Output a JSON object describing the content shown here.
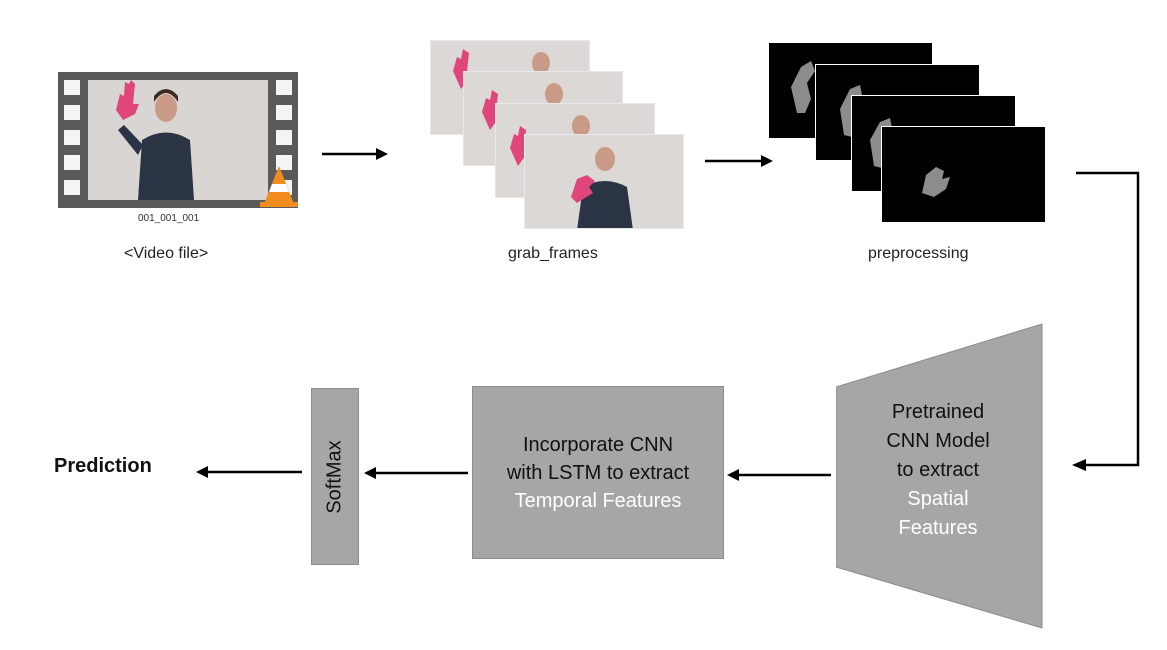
{
  "video": {
    "filename": "001_001_001",
    "label": "<Video file>"
  },
  "frames": {
    "label": "grab_frames"
  },
  "preprocessing": {
    "label": "preprocessing"
  },
  "cnn": {
    "line1": "Pretrained",
    "line2": "CNN Model",
    "line3": "to extract",
    "line4": "Spatial",
    "line5": "Features"
  },
  "lstm": {
    "line1": "Incorporate CNN",
    "line2": "with LSTM to extract",
    "line3": "Temporal Features"
  },
  "softmax": {
    "label": "SoftMax"
  },
  "prediction": {
    "label": "Prediction"
  },
  "colors": {
    "box_fill": "#a6a6a6",
    "glove": "#e0457b",
    "vlc_orange": "#f28c1e"
  },
  "icons": {
    "video": "film-strip-icon",
    "player": "vlc-cone-icon"
  }
}
